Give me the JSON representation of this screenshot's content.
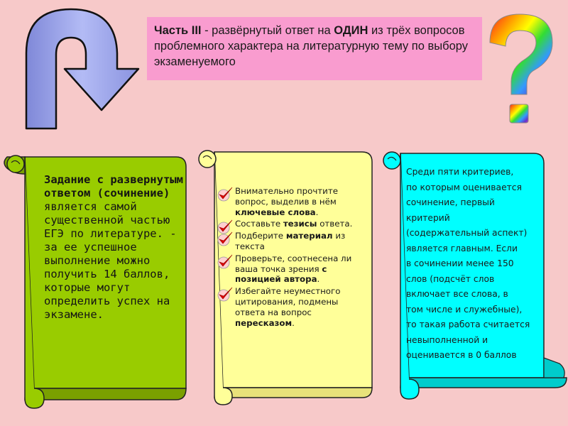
{
  "header": {
    "part_label": "Часть III",
    "text_before_bold": " - развёрнутый ответ на ",
    "bold_word": "ОДИН",
    "text_after_bold": " из трёх вопросов проблемного характера на литературную тему по выбору экзаменуемого"
  },
  "icons": {
    "arrow": "u-turn-arrow-icon",
    "question": "rainbow-question-mark-icon",
    "check": "red-checkmark-icon"
  },
  "colors": {
    "background": "#f7c9c9",
    "header_box": "#f99ccf",
    "scroll_green": "#99cc00",
    "scroll_yellow": "#ffff99",
    "scroll_cyan": "#00ffff",
    "arrow_fill": "#9aa4ef",
    "check_red": "#e00000"
  },
  "left_panel": {
    "bold_lead": "Задание с развернутым ответом (сочинение)",
    "body": " является самой существенной частью ЕГЭ по литературе. - за ее успешное выполнение можно получить 14 баллов, которые могут определить успех на экзамене."
  },
  "middle_panel": {
    "items": [
      {
        "prefix": "Внимательно прочтите вопрос, выделив в нём ",
        "bold": "ключевые слова",
        "suffix": "."
      },
      {
        "prefix": "Составьте ",
        "bold": "тезисы",
        "suffix": " ответа."
      },
      {
        "prefix": "Подберите ",
        "bold": "материал",
        "suffix": " из текста"
      },
      {
        "prefix": "Проверьте, соотнесена ли ваша точка зрения ",
        "bold": "с позицией автора",
        "suffix": "."
      },
      {
        "prefix": "Избегайте неуместного цитирования, подмены ответа на вопрос ",
        "bold": "пересказом",
        "suffix": "."
      }
    ]
  },
  "right_panel": {
    "lines": [
      "Среди пяти критериев,",
      "по которым оценивается",
      "сочинение, первый",
      "критерий",
      "(содержательный аспект)",
      "является главным. Если",
      "в сочинении менее 150",
      "слов (подсчёт слов",
      "включает все слова, в",
      " том числе и служебные),",
      "то такая работа считается",
      "невыполненной и",
      "оценивается в 0 баллов"
    ]
  }
}
